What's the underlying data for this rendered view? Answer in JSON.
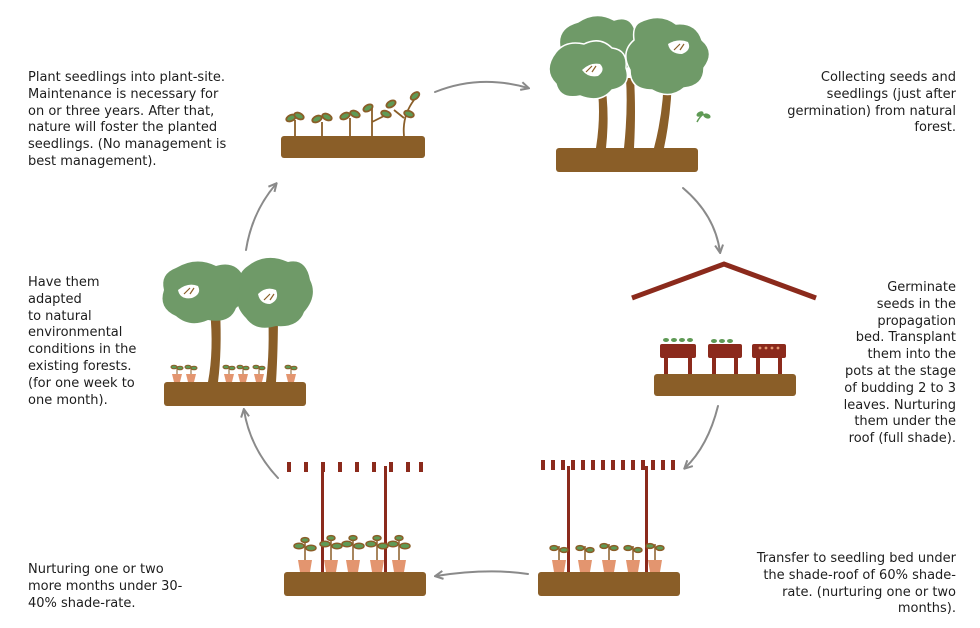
{
  "steps": {
    "collect": {
      "text": "Collecting seeds and\nseedlings (just after\ngermination) from natural\nforest."
    },
    "germinate": {
      "text": "Germinate\nseeds in the\npropagation\nbed. Transplant\nthem into the\npots at the stage\nof budding 2 to 3\nleaves. Nurturing\nthem under the\nroof (full shade)."
    },
    "transfer": {
      "text": "Transfer to seedling bed under\nthe shade-roof of 60% shade-\nrate. (nurturing one or two\nmonths)."
    },
    "nurture": {
      "text": "Nurturing one or two\nmore months under 30-\n40% shade-rate."
    },
    "adapt": {
      "text": "Have them\nadapted\nto natural\nenvironmental\nconditions in the\nexisting forests.\n(for one week to\none month)."
    },
    "plant": {
      "text": "Plant seedlings into plant-site.\nMaintenance is necessary for\non or three years. After that,\nnature will foster the planted\nseedlings. (No management is\nbest management)."
    }
  },
  "colors": {
    "soil": "#8a5e28",
    "trunk": "#8a5e28",
    "canopy": "#6f9a68",
    "roof": "#8b2a1c",
    "pot": "#e3956f",
    "leaf": "#5f9a55",
    "arrow": "#8a8a8a"
  }
}
